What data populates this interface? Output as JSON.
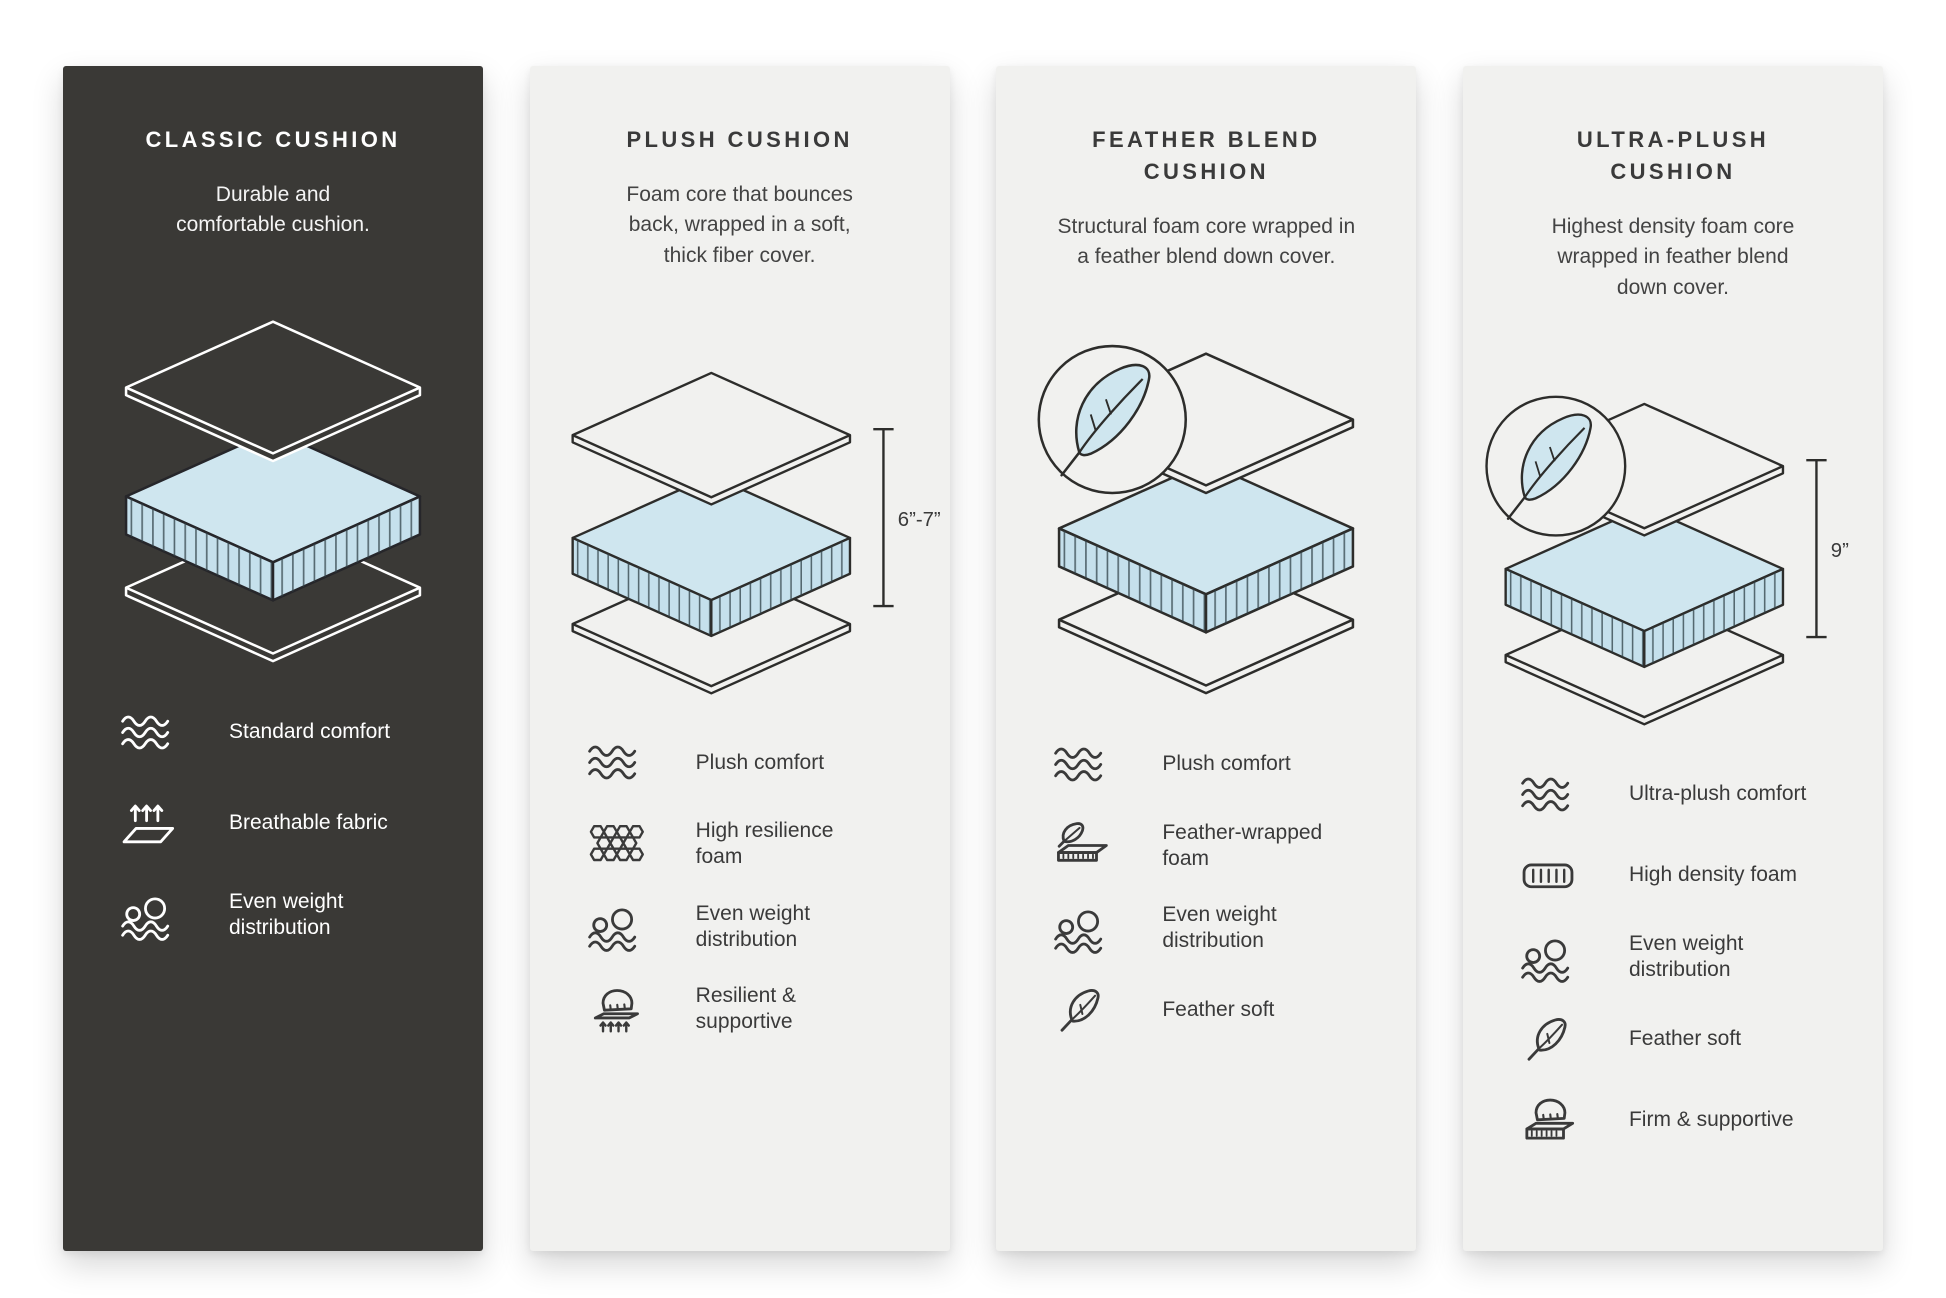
{
  "panels": [
    {
      "name": "classic-cushion",
      "title": "CLASSIC CUSHION",
      "description": "Durable and\ncomfortable cushion.",
      "theme": {
        "background": "#3a3936",
        "text": "#ffffff",
        "outline": "#ffffff",
        "foam_fill": "#cfe6ef"
      },
      "illustration": {
        "type": "exploded-cushion-layers",
        "feather_badge": false,
        "dimension_label": ""
      },
      "features": [
        {
          "icon": "wave-comfort-icon",
          "label": "Standard comfort"
        },
        {
          "icon": "breathable-fabric-icon",
          "label": "Breathable fabric"
        },
        {
          "icon": "even-weight-icon",
          "label": "Even weight\ndistribution"
        }
      ]
    },
    {
      "name": "plush-cushion",
      "title": "PLUSH CUSHION",
      "description": "Foam core that bounces\nback, wrapped in a soft,\nthick fiber cover.",
      "theme": {
        "background": "#f1f1ef",
        "text": "#3a3a3a",
        "outline": "#2d2d2b",
        "foam_fill": "#cfe6ef"
      },
      "illustration": {
        "type": "exploded-cushion-layers",
        "feather_badge": false,
        "dimension_label": "6”-7”"
      },
      "features": [
        {
          "icon": "wave-comfort-icon",
          "label": "Plush comfort"
        },
        {
          "icon": "honeycomb-foam-icon",
          "label": "High resilience\nfoam"
        },
        {
          "icon": "even-weight-icon",
          "label": "Even weight\ndistribution"
        },
        {
          "icon": "hand-springs-icon",
          "label": "Resilient &\nsupportive"
        }
      ]
    },
    {
      "name": "feather-blend-cushion",
      "title": "FEATHER BLEND\nCUSHION",
      "description": "Structural foam core wrapped in\na feather blend down cover.",
      "theme": {
        "background": "#f1f1ef",
        "text": "#3a3a3a",
        "outline": "#2d2d2b",
        "foam_fill": "#cfe6ef"
      },
      "illustration": {
        "type": "exploded-cushion-layers",
        "feather_badge": true,
        "dimension_label": ""
      },
      "features": [
        {
          "icon": "wave-comfort-icon",
          "label": "Plush comfort"
        },
        {
          "icon": "feather-foam-icon",
          "label": "Feather-wrapped\nfoam"
        },
        {
          "icon": "even-weight-icon",
          "label": "Even weight\ndistribution"
        },
        {
          "icon": "feather-icon",
          "label": "Feather soft"
        }
      ]
    },
    {
      "name": "ultra-plush-cushion",
      "title": "ULTRA-PLUSH\nCUSHION",
      "description": "Highest density foam core\nwrapped in feather blend\ndown cover.",
      "theme": {
        "background": "#f1f1ef",
        "text": "#3a3a3a",
        "outline": "#2d2d2b",
        "foam_fill": "#cfe6ef"
      },
      "illustration": {
        "type": "exploded-cushion-layers",
        "feather_badge": true,
        "dimension_label": "9”"
      },
      "features": [
        {
          "icon": "wave-comfort-icon",
          "label": "Ultra-plush comfort"
        },
        {
          "icon": "high-density-foam-icon",
          "label": "High density foam"
        },
        {
          "icon": "even-weight-icon",
          "label": "Even weight\ndistribution"
        },
        {
          "icon": "feather-icon",
          "label": "Feather soft"
        },
        {
          "icon": "hand-firm-icon",
          "label": "Firm & supportive"
        }
      ]
    }
  ]
}
